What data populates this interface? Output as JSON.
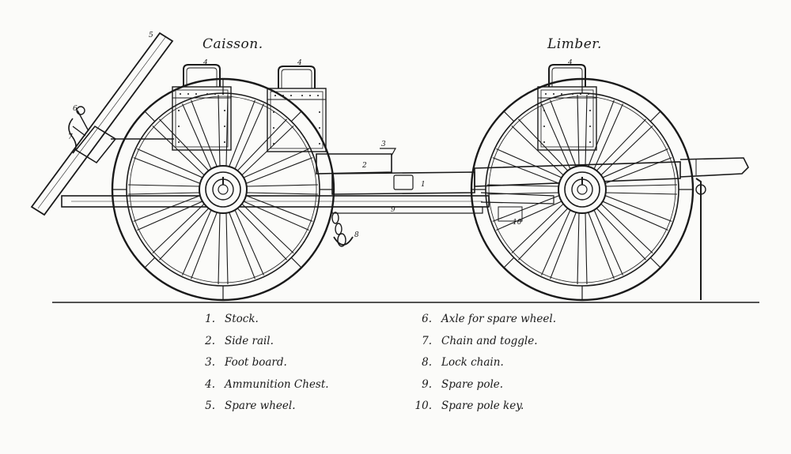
{
  "titles": {
    "caisson": "Caisson.",
    "limber": "Limber."
  },
  "legend_left": [
    {
      "num": "1.",
      "label": "Stock."
    },
    {
      "num": "2.",
      "label": "Side rail."
    },
    {
      "num": "3.",
      "label": "Foot board."
    },
    {
      "num": "4.",
      "label": "Ammunition Chest."
    },
    {
      "num": "5.",
      "label": "Spare wheel."
    }
  ],
  "legend_right": [
    {
      "num": "6.",
      "label": "Axle for spare wheel."
    },
    {
      "num": "7.",
      "label": "Chain and toggle."
    },
    {
      "num": "8.",
      "label": "Lock chain."
    },
    {
      "num": "9.",
      "label": "Spare pole."
    },
    {
      "num": "10.",
      "label": "Spare pole key."
    }
  ],
  "callouts": {
    "c5": "5",
    "c6": "6",
    "c7": "7",
    "c4a": "4",
    "c4b": "4",
    "c4c": "4",
    "c3": "3",
    "c2": "2",
    "c1": "1",
    "c9": "9",
    "c8": "8",
    "c10": "10"
  },
  "colors": {
    "ink": "#1a1a1a",
    "paper": "#fbfbf9"
  }
}
